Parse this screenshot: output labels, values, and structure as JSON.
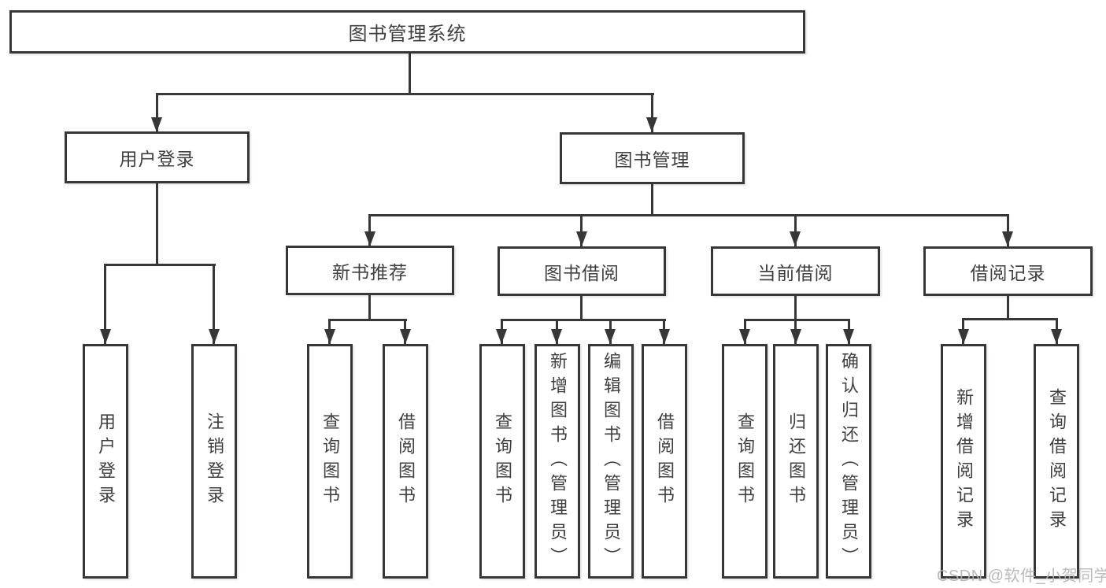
{
  "tree": {
    "label": "图书管理系统",
    "children": [
      {
        "label": "用户登录",
        "children": [
          {
            "label": "用户登录"
          },
          {
            "label": "注销登录"
          }
        ]
      },
      {
        "label": "图书管理",
        "children": [
          {
            "label": "新书推荐",
            "children": [
              {
                "label": "查询图书"
              },
              {
                "label": "借阅图书"
              }
            ]
          },
          {
            "label": "图书借阅",
            "children": [
              {
                "label": "查询图书"
              },
              {
                "label": "新增图书（管理员）"
              },
              {
                "label": "编辑图书（管理员）"
              },
              {
                "label": "借阅图书"
              }
            ]
          },
          {
            "label": "当前借阅",
            "children": [
              {
                "label": "查询图书"
              },
              {
                "label": "归还图书"
              },
              {
                "label": "确认归还（管理员）"
              }
            ]
          },
          {
            "label": "借阅记录",
            "children": [
              {
                "label": "新增借阅记录"
              },
              {
                "label": "查询借阅记录"
              }
            ]
          }
        ]
      }
    ]
  },
  "watermark": {
    "text": "CSDN @软件_小贺同学"
  },
  "colors": {
    "background": "#ffffff",
    "line": "#373737",
    "text": "#3f3f3f",
    "watermark": "#b3b3b3"
  }
}
